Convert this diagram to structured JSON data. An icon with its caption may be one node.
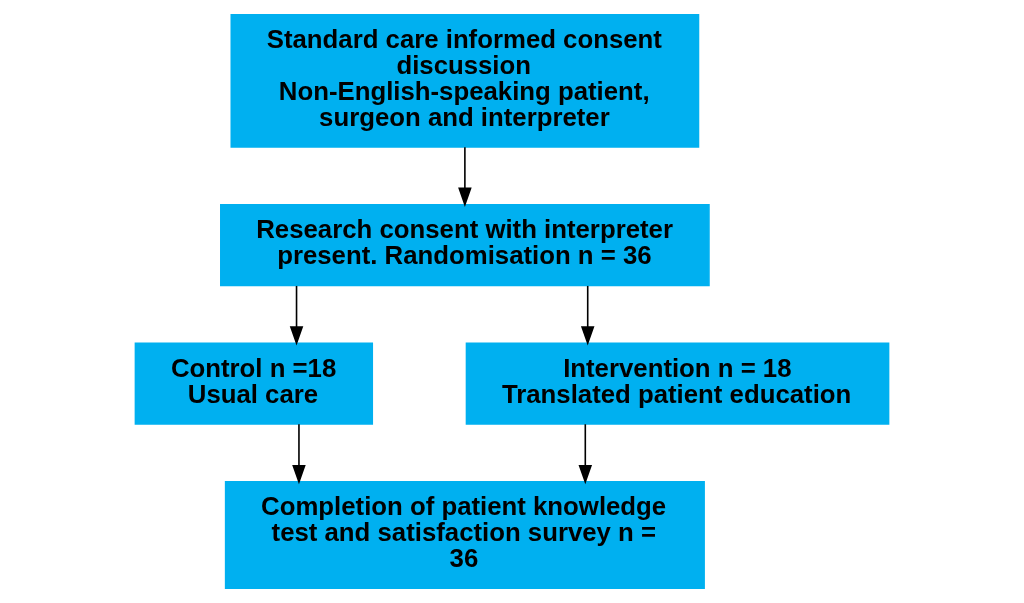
{
  "diagram": {
    "nodes": [
      {
        "text": [
          "Standard care informed consent discussion",
          "Non-English-speaking patient, surgeon and interpreter"
        ]
      },
      {
        "text": [
          "Research consent with interpreter present. Randomisation n = 36"
        ]
      },
      {
        "text": [
          "Control n =18",
          "Usual care"
        ]
      },
      {
        "text": [
          "Intervention n = 18",
          "Translated patient education"
        ]
      },
      {
        "text": [
          "Completion of patient knowledge test and satisfaction survey n = 36"
        ]
      }
    ],
    "edges": [
      {
        "from": 0,
        "to": 1,
        "arrow": "to"
      },
      {
        "from": 1,
        "to": 2,
        "arrow": "to"
      },
      {
        "from": 1,
        "to": 3,
        "arrow": "to"
      },
      {
        "from": 2,
        "to": 4,
        "arrow": "to"
      },
      {
        "from": 3,
        "to": 4,
        "arrow": "to"
      }
    ]
  }
}
